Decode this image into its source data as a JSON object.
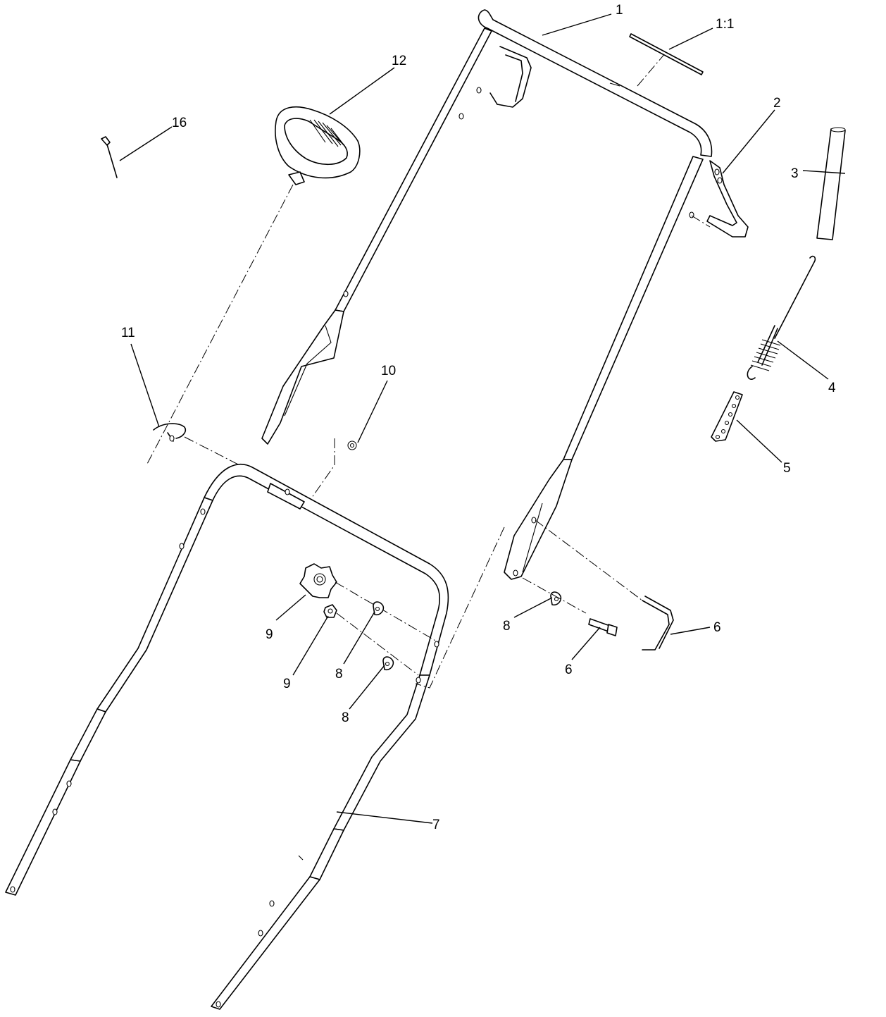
{
  "callouts": {
    "c1": "1",
    "c1_1": "1:1",
    "c2": "2",
    "c3": "3",
    "c4": "4",
    "c5": "5",
    "c6a": "6",
    "c6b": "6",
    "c7": "7",
    "c8a": "8",
    "c8b": "8",
    "c8c": "8",
    "c9a": "9",
    "c9b": "9",
    "c10": "10",
    "c11": "11",
    "c12": "12",
    "c16": "16"
  }
}
